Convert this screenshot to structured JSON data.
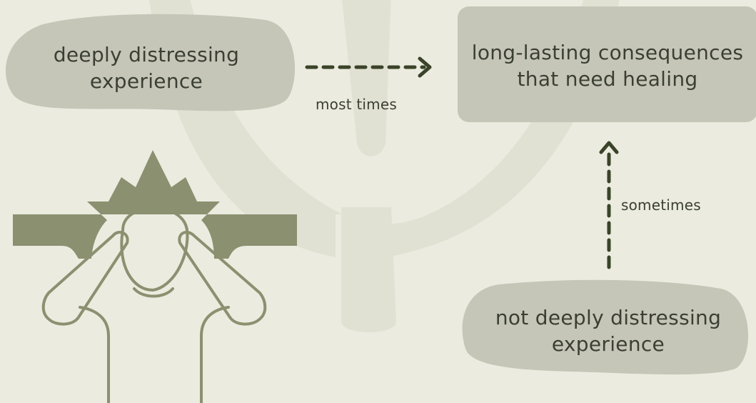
{
  "diagram": {
    "nodes": {
      "deeply_distressing": "deeply distressing\nexperience",
      "long_lasting": "long-lasting consequences\nthat need healing",
      "not_deeply_distressing": "not deeply distressing\nexperience"
    },
    "edges": {
      "most_times": "most times",
      "sometimes": "sometimes"
    },
    "illustration": {
      "icon": "stressed-person-icon"
    },
    "colors": {
      "background": "#ebebdf",
      "node_fill": "#c5c6b7",
      "figure_green": "#8b9070",
      "arrow_dark": "#3a4328",
      "watermark": "#e1e1d3"
    }
  }
}
